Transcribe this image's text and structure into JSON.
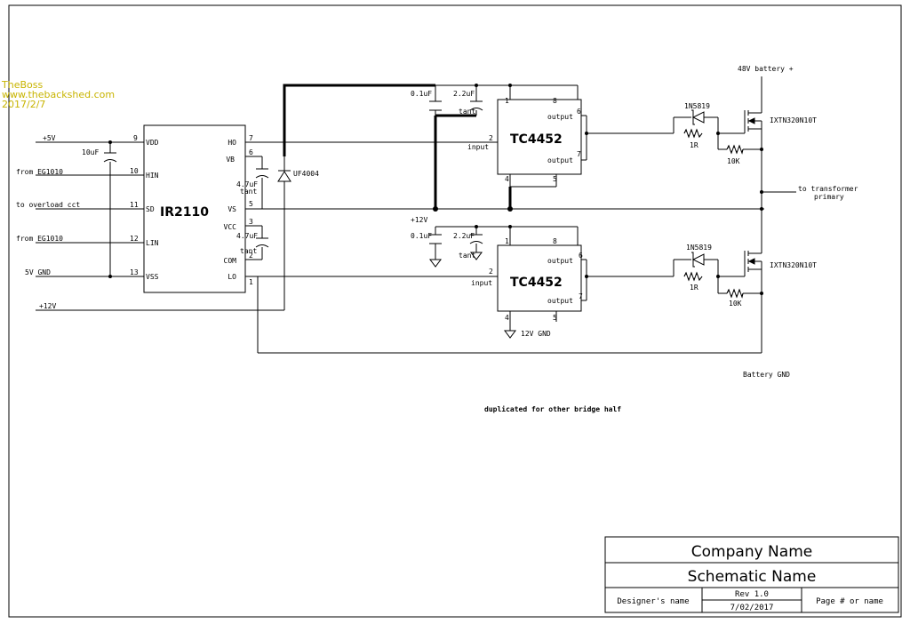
{
  "watermark": {
    "lines": [
      "TheBoss",
      "www.thebackshed.com",
      "2017/2/7"
    ]
  },
  "ir2110": {
    "name": "IR2110",
    "left_pins": [
      {
        "num": "9",
        "name": "VDD"
      },
      {
        "num": "10",
        "name": "HIN"
      },
      {
        "num": "11",
        "name": "SD"
      },
      {
        "num": "12",
        "name": "LIN"
      },
      {
        "num": "13",
        "name": "VSS"
      }
    ],
    "right_pins": [
      {
        "num": "7",
        "name": "HO"
      },
      {
        "num": "6",
        "name": "VB"
      },
      {
        "num": "5",
        "name": "VS"
      },
      {
        "num": "3",
        "name": "VCC"
      },
      {
        "num": "2",
        "name": "COM"
      },
      {
        "num": "1",
        "name": "LO"
      }
    ]
  },
  "nets": {
    "plus5v": "+5V",
    "from_eg1": "from EG1010",
    "overload": "to overload cct",
    "from_eg2": "from EG1010",
    "gnd5v": "5V GND",
    "plus12v_left": "+12V",
    "plus12v_mid": "+12V",
    "gnd12v": "12V GND",
    "battery_plus": "48V battery +",
    "battery_gnd": "Battery GND",
    "to_transformer": "to transformer",
    "primary": "primary",
    "note": "duplicated for other bridge half"
  },
  "components": {
    "c_10uf": "10uF",
    "c_boot": "4.7uF",
    "c_boot_tant": "tant",
    "c_vcc": "4.7uF",
    "c_vcc_tant": "tant",
    "diode_boot": "UF4004",
    "c_top_01": "0.1uF",
    "c_top_22": "2.2uF",
    "c_top_tant": "tant",
    "c_bot_01": "0.1uF",
    "c_bot_22": "2.2uF",
    "c_bot_tant": "tant"
  },
  "driver_top": {
    "name": "TC4452",
    "input_label": "input",
    "output_label_1": "output",
    "output_label_2": "output",
    "pins": [
      "1",
      "8",
      "2",
      "6",
      "7",
      "4",
      "5"
    ],
    "diode": "1N5819",
    "gate_r": "1R",
    "pulldown_r": "10K",
    "mosfet": "IXTN320N10T"
  },
  "driver_bottom": {
    "name": "TC4452",
    "input_label": "input",
    "output_label_1": "output",
    "output_label_2": "output",
    "pins": [
      "1",
      "8",
      "2",
      "6",
      "7",
      "4",
      "5"
    ],
    "diode": "1N5819",
    "gate_r": "1R",
    "pulldown_r": "10K",
    "mosfet": "IXTN320N10T"
  },
  "title_block": {
    "company": "Company Name",
    "schematic": "Schematic Name",
    "designer": "Designer's name",
    "rev": "Rev 1.0",
    "date": "7/02/2017",
    "page": "Page # or name"
  }
}
